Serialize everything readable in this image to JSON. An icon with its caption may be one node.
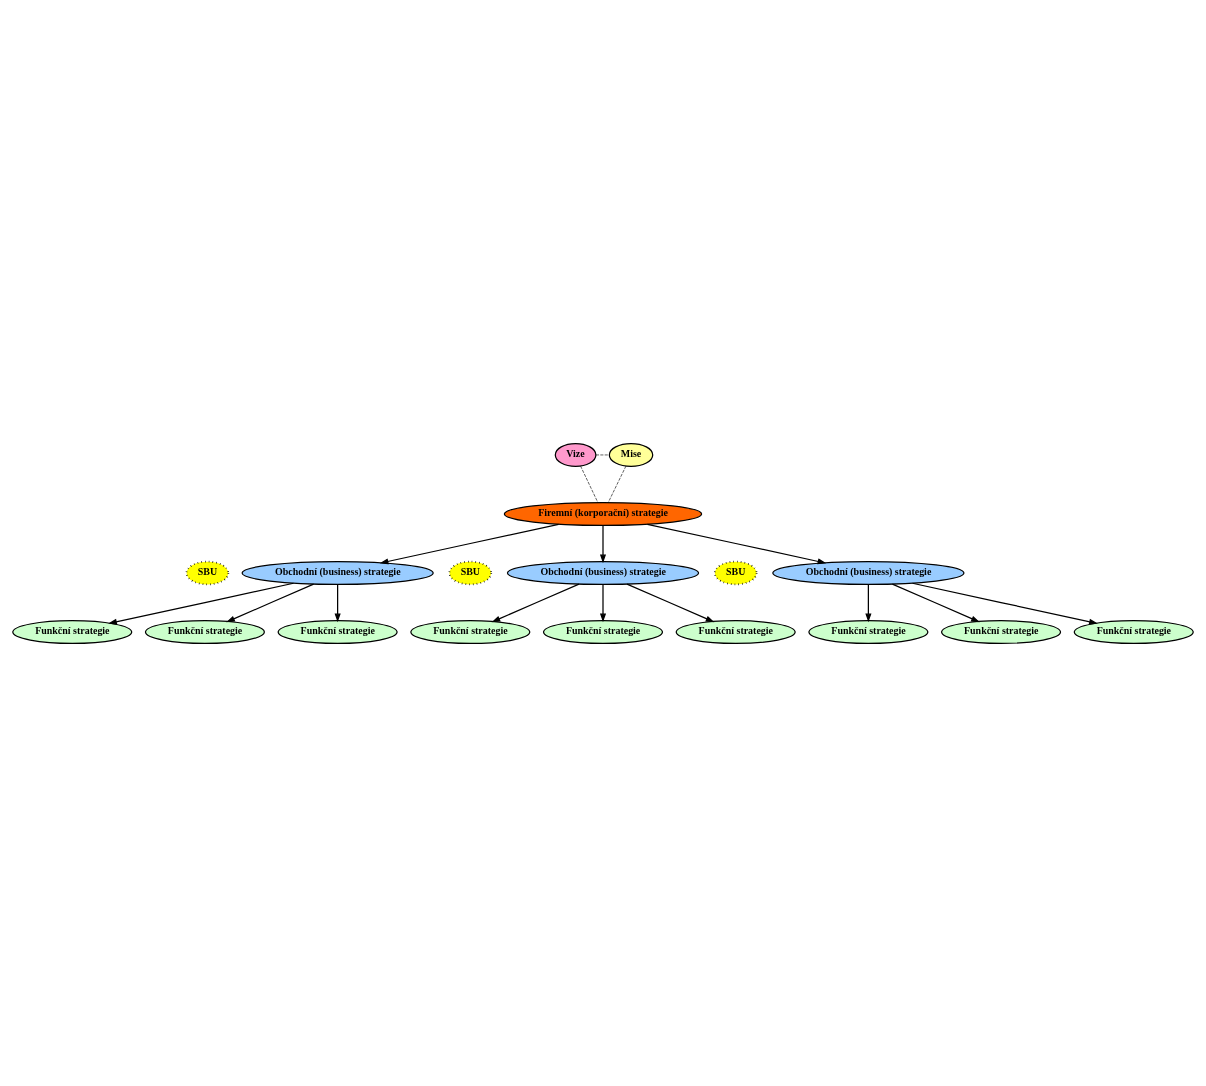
{
  "diagram": {
    "nodes": [
      {
        "text": [
          "Vize"
        ]
      },
      {
        "text": [
          "Mise"
        ]
      },
      {
        "text": [
          "Firemní (korporační) strategie"
        ]
      },
      {
        "text": [
          "Obchodní (business) strategie"
        ]
      },
      {
        "text": [
          "Obchodní (business) strategie"
        ]
      },
      {
        "text": [
          "Obchodní (business) strategie"
        ]
      },
      {
        "text": [
          "SBU"
        ]
      },
      {
        "text": [
          "SBU"
        ]
      },
      {
        "text": [
          "SBU"
        ]
      },
      {
        "text": [
          "Funkční strategie"
        ]
      },
      {
        "text": [
          "Funkční strategie"
        ]
      },
      {
        "text": [
          "Funkční strategie"
        ]
      },
      {
        "text": [
          "Funkční strategie"
        ]
      },
      {
        "text": [
          "Funkční strategie"
        ]
      },
      {
        "text": [
          "Funkční strategie"
        ]
      },
      {
        "text": [
          "Funkční strategie"
        ]
      },
      {
        "text": [
          "Funkční strategie"
        ]
      },
      {
        "text": [
          "Funkční strategie"
        ]
      }
    ],
    "edges": [
      {
        "from": 0,
        "to": 1,
        "arrow": "none",
        "style": "dashed"
      },
      {
        "from": 0,
        "to": 2,
        "arrow": "none",
        "style": "dashed"
      },
      {
        "from": 1,
        "to": 2,
        "arrow": "none",
        "style": "dashed"
      },
      {
        "from": 2,
        "to": 3,
        "arrow": "to"
      },
      {
        "from": 2,
        "to": 4,
        "arrow": "to"
      },
      {
        "from": 2,
        "to": 5,
        "arrow": "to"
      },
      {
        "from": 3,
        "to": 9,
        "arrow": "to"
      },
      {
        "from": 3,
        "to": 10,
        "arrow": "to"
      },
      {
        "from": 3,
        "to": 11,
        "arrow": "to"
      },
      {
        "from": 4,
        "to": 12,
        "arrow": "to"
      },
      {
        "from": 4,
        "to": 13,
        "arrow": "to"
      },
      {
        "from": 4,
        "to": 14,
        "arrow": "to"
      },
      {
        "from": 5,
        "to": 15,
        "arrow": "to"
      },
      {
        "from": 5,
        "to": 16,
        "arrow": "to"
      },
      {
        "from": 5,
        "to": 17,
        "arrow": "to"
      }
    ]
  }
}
